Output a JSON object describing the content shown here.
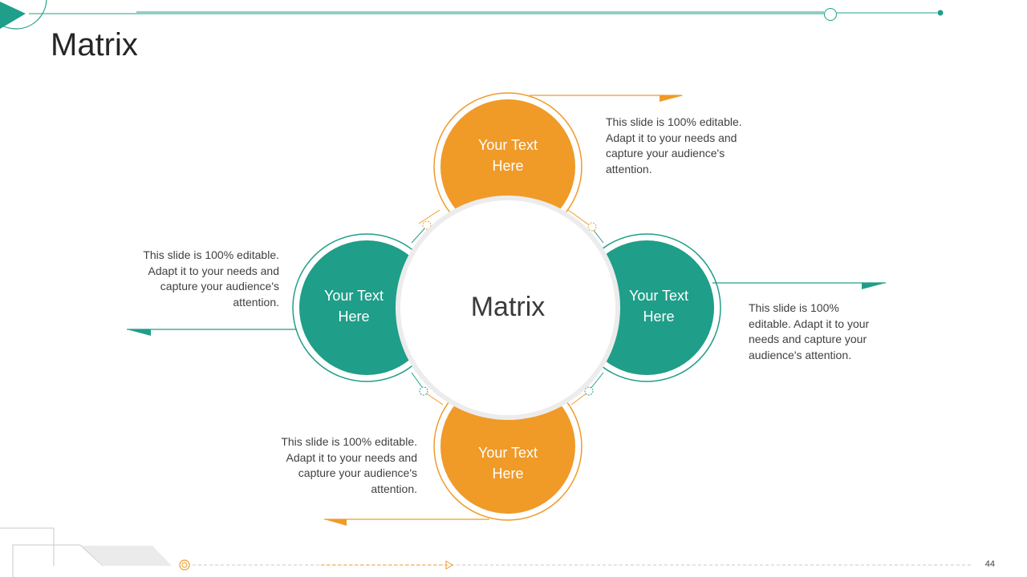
{
  "slide": {
    "title": "Matrix",
    "page_number": "44"
  },
  "diagram": {
    "center_label": "Matrix",
    "nodes": [
      {
        "id": "top",
        "label": "Your Text\nHere",
        "color": "#F09A28",
        "description": "This slide is 100% editable. Adapt it to your needs and capture your audience's attention."
      },
      {
        "id": "right",
        "label": "Your Text\nHere",
        "color": "#1F9E89",
        "description": "This slide is 100% editable. Adapt it to your needs and capture your audience's attention."
      },
      {
        "id": "bottom",
        "label": "Your Text\nHere",
        "color": "#F09A28",
        "description": "This slide is 100% editable. Adapt it to your needs and capture your audience's attention."
      },
      {
        "id": "left",
        "label": "Your Text\nHere",
        "color": "#1F9E89",
        "description": "This slide is 100% editable. Adapt it to your needs and capture your audience's attention."
      }
    ]
  },
  "colors": {
    "orange": "#F09A28",
    "teal": "#1F9E89",
    "text": "#404040"
  }
}
